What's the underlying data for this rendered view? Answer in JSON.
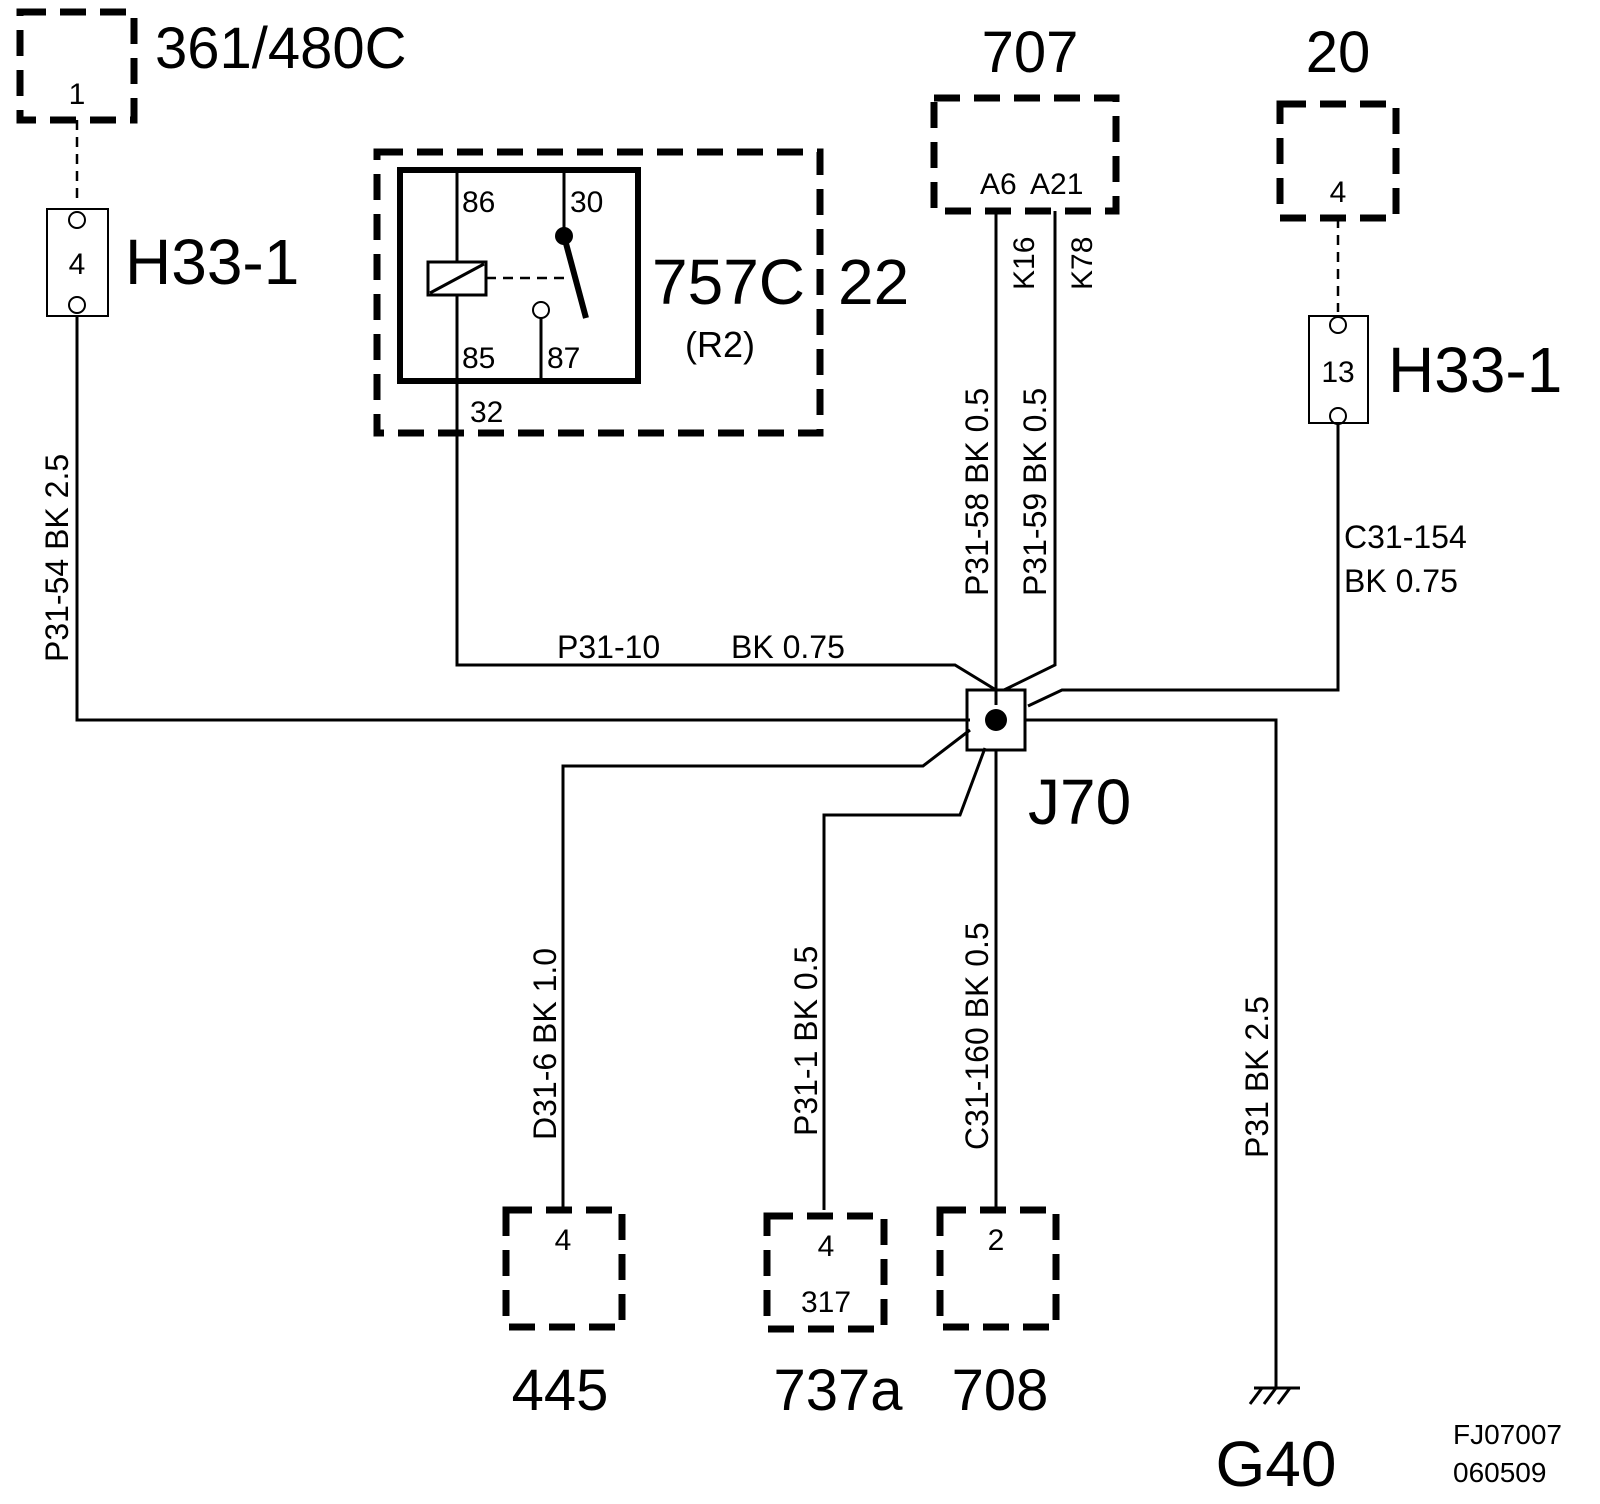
{
  "components": {
    "top_left_connector": {
      "id": "361/480C",
      "pin": "1"
    },
    "left_inline": {
      "name": "H33-1",
      "pin": "4"
    },
    "relay": {
      "name": "757C",
      "sub": "(R2)",
      "location": "22",
      "pins": {
        "p86": "86",
        "p30": "30",
        "p85": "85",
        "p87": "87"
      },
      "cavity": "32"
    },
    "module_707": {
      "id": "707",
      "pin_a6": "A6",
      "pin_a21": "A21",
      "k16": "K16",
      "k78": "K78"
    },
    "connector_20": {
      "id": "20",
      "pin": "4"
    },
    "right_inline": {
      "name": "H33-1",
      "pin": "13"
    },
    "splice": {
      "name": "J70"
    },
    "bottom_445": {
      "id": "445",
      "pin": "4"
    },
    "bottom_737a": {
      "id": "737a",
      "pin": "4",
      "sub": "317"
    },
    "bottom_708": {
      "id": "708",
      "pin": "2"
    },
    "ground": {
      "name": "G40"
    }
  },
  "wires": {
    "w_p31_54": "P31-54  BK  2.5",
    "w_p31_10_id": "P31-10",
    "w_p31_10_spec": "BK  0.75",
    "w_p31_58": "P31-58  BK  0.5",
    "w_p31_59": "P31-59  BK  0.5",
    "w_c31_154_id": "C31-154",
    "w_c31_154_spec": "BK    0.75",
    "w_d31_6": "D31-6  BK   1.0",
    "w_p31_1": "P31-1  BK   0.5",
    "w_c31_160": "C31-160  BK   0.5",
    "w_p31": "P31   BK  2.5"
  },
  "footer": {
    "code1": "FJ07007",
    "code2": "060509"
  }
}
